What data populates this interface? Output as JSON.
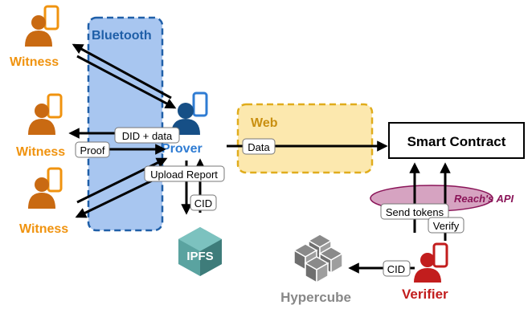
{
  "regions": {
    "bluetooth": "Bluetooth",
    "web": "Web",
    "api": "Reach's API"
  },
  "nodes": {
    "witness_top": "Witness",
    "witness_mid": "Witness",
    "witness_bottom": "Witness",
    "prover": "Prover",
    "smart_contract": "Smart Contract",
    "ipfs": "IPFS",
    "hypercube": "Hypercube",
    "verifier": "Verifier"
  },
  "edge_labels": {
    "did_data": "DID + data",
    "proof": "Proof",
    "upload_report": "Upload Report",
    "cid_ipfs": "CID",
    "data": "Data",
    "send_tokens": "Send tokens",
    "verify": "Verify",
    "cid_hypercube": "CID"
  },
  "colors": {
    "witness": "#f0930f",
    "witness_body": "#c96a12",
    "prover": "#164f86",
    "prover_text": "#2f7cd3",
    "bluetooth_fill": "#a8c6f0",
    "bluetooth_border": "#1f5fa8",
    "web_fill": "#fce8ae",
    "web_border": "#e0ac1c",
    "web_text": "#c98f10",
    "verifier": "#c21d1d",
    "api_fill": "#d6a3c1",
    "api_text": "#8a1458",
    "ipfs": "#4e8c8a",
    "hypercube": "#888888"
  },
  "icons": [
    "person-phone-icon",
    "ipfs-cube-icon",
    "hypercube-cubes-icon"
  ]
}
